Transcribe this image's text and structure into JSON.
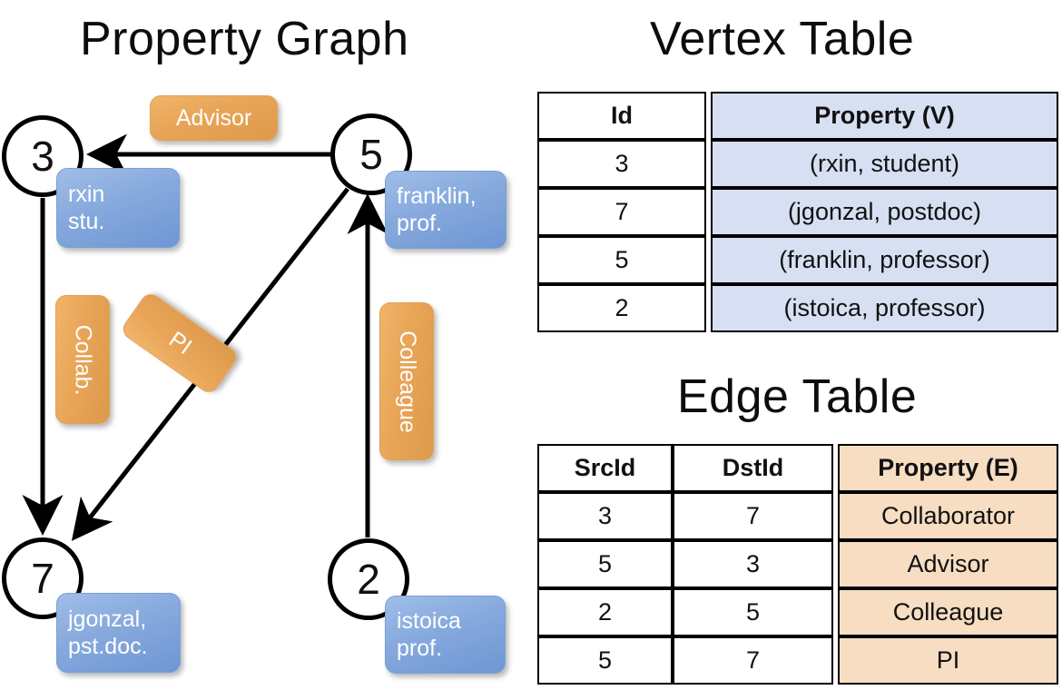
{
  "titles": {
    "property_graph": "Property Graph",
    "vertex_table": "Vertex Table",
    "edge_table": "Edge Table"
  },
  "graph": {
    "nodes": [
      {
        "id": "3",
        "property_line1": "rxin",
        "property_line2": "stu."
      },
      {
        "id": "5",
        "property_line1": "franklin,",
        "property_line2": "prof."
      },
      {
        "id": "7",
        "property_line1": "jgonzal,",
        "property_line2": "pst.doc."
      },
      {
        "id": "2",
        "property_line1": "istoica",
        "property_line2": "prof."
      }
    ],
    "edge_labels": [
      {
        "text": "Advisor",
        "orientation": "horizontal"
      },
      {
        "text": "Collab.",
        "orientation": "vertical"
      },
      {
        "text": "PI",
        "orientation": "diagonal"
      },
      {
        "text": "Colleague",
        "orientation": "vertical"
      }
    ],
    "edges": [
      {
        "src": "5",
        "dst": "3",
        "label": "Advisor"
      },
      {
        "src": "3",
        "dst": "7",
        "label": "Collab."
      },
      {
        "src": "5",
        "dst": "7",
        "label": "PI"
      },
      {
        "src": "2",
        "dst": "5",
        "label": "Colleague"
      }
    ]
  },
  "vertex_table": {
    "headers": [
      "Id",
      "Property (V)"
    ],
    "rows": [
      {
        "id": "3",
        "property": "(rxin, student)"
      },
      {
        "id": "7",
        "property": "(jgonzal, postdoc)"
      },
      {
        "id": "5",
        "property": "(franklin, professor)"
      },
      {
        "id": "2",
        "property": "(istoica, professor)"
      }
    ]
  },
  "edge_table": {
    "headers": [
      "SrcId",
      "DstId",
      "Property (E)"
    ],
    "rows": [
      {
        "src": "3",
        "dst": "7",
        "property": "Collaborator"
      },
      {
        "src": "5",
        "dst": "3",
        "property": "Advisor"
      },
      {
        "src": "2",
        "dst": "5",
        "property": "Colleague"
      },
      {
        "src": "5",
        "dst": "7",
        "property": "PI"
      }
    ]
  },
  "colors": {
    "vertex_property_fill": "#d6e0f2",
    "edge_property_fill": "#f7ddc2",
    "node_box_blue": "#86a9dd",
    "edge_label_orange": "#e8a457",
    "stroke": "#000000"
  }
}
